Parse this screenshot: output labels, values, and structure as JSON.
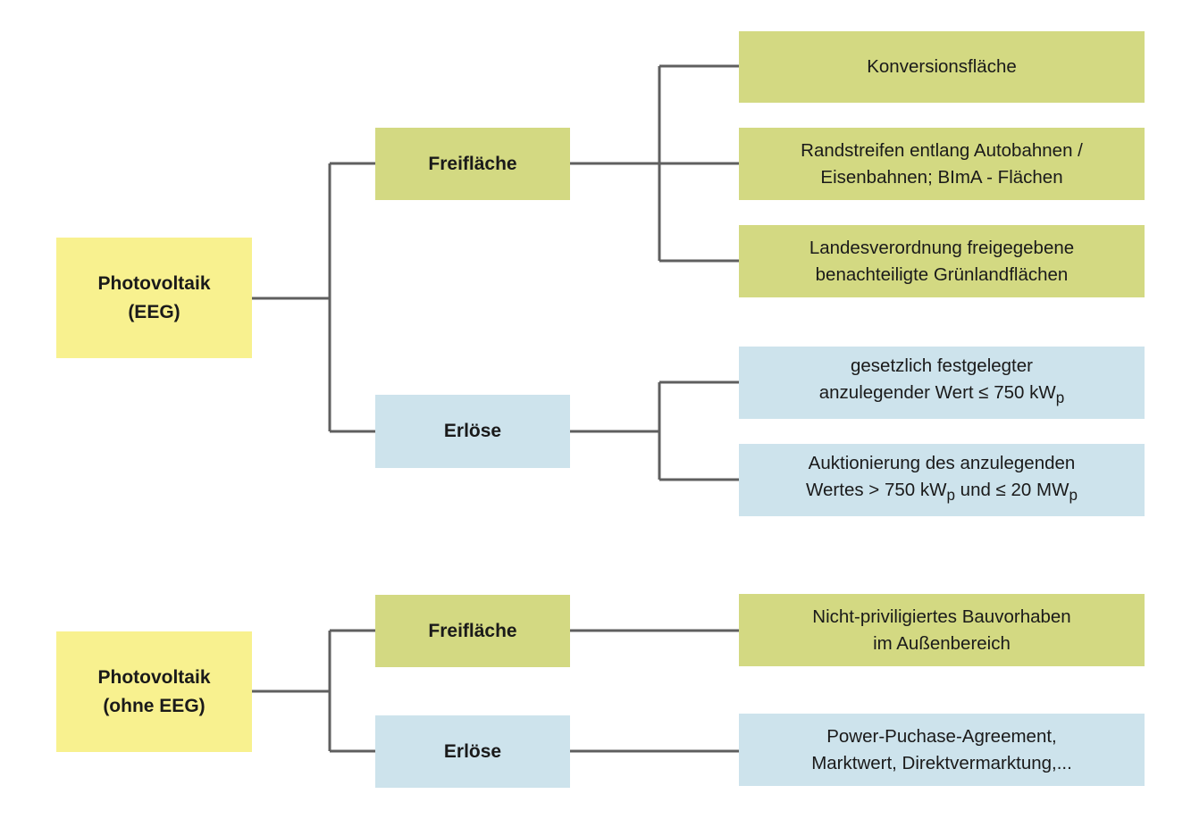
{
  "colors": {
    "root_fill": "#f8f18f",
    "freiflaeche_fill": "#d3d982",
    "erloese_fill": "#cde3ec",
    "connector": "#5f5f5f"
  },
  "tree_eeg": {
    "root": {
      "line1": "Photovoltaik",
      "line2": "(EEG)"
    },
    "freiflaeche": {
      "label": "Freifläche",
      "leaves": [
        {
          "line1": "Konversionsfläche",
          "line2": ""
        },
        {
          "line1": "Randstreifen entlang Autobahnen /",
          "line2": "Eisenbahnen; BImA - Flächen"
        },
        {
          "line1": "Landesverordnung freigegebene",
          "line2": "benachteiligte Grünlandflächen"
        }
      ]
    },
    "erloese": {
      "label": "Erlöse",
      "leaves": [
        {
          "line1": "gesetzlich festgelegter",
          "line2_a": "anzulegender Wert ≤ 750 kW",
          "line2_sub": "p"
        },
        {
          "line1": "Auktionierung des anzulegenden",
          "line2_a": "Wertes > 750 kW",
          "line2_sub1": "p",
          "line2_b": " und ≤ 20 MW",
          "line2_sub2": "p"
        }
      ]
    }
  },
  "tree_ohne_eeg": {
    "root": {
      "line1": "Photovoltaik",
      "line2": "(ohne EEG)"
    },
    "freiflaeche": {
      "label": "Freifläche",
      "leaves": [
        {
          "line1": "Nicht-priviligiertes Bauvorhaben",
          "line2": "im Außenbereich"
        }
      ]
    },
    "erloese": {
      "label": "Erlöse",
      "leaves": [
        {
          "line1": "Power-Puchase-Agreement,",
          "line2": "Marktwert, Direktvermarktung,..."
        }
      ]
    }
  }
}
